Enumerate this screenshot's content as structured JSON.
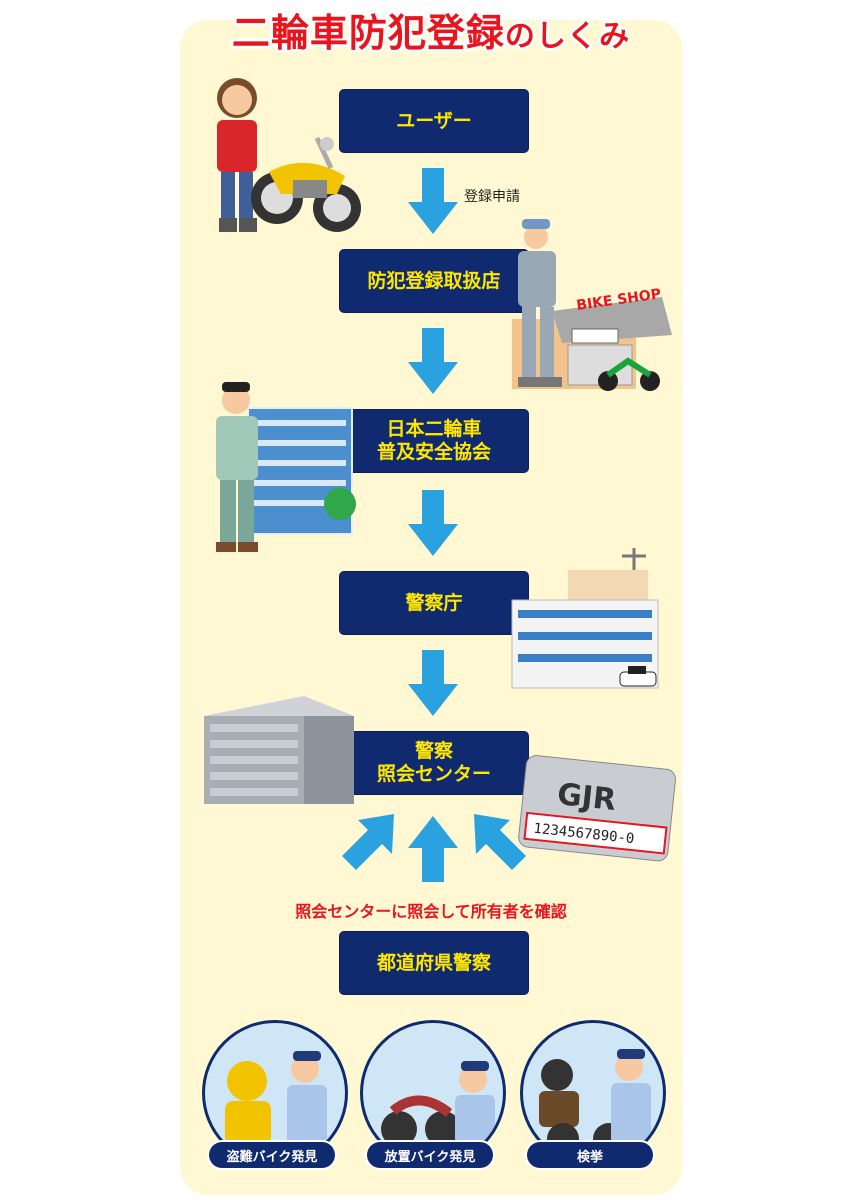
{
  "title": {
    "main": "二輪車防犯登録",
    "suffix": "のしくみ"
  },
  "flow": {
    "user": "ユーザー",
    "arrow_label": "登録申請",
    "shop": "防犯登録取扱店",
    "association_line1": "日本二輪車",
    "association_line2": "普及安全協会",
    "npa": "警察庁",
    "center_line1": "警察",
    "center_line2": "照会センター",
    "confirm_text": "照会センターに照会して所有者を確認",
    "prefectural": "都道府県警察"
  },
  "shop_sign": "BIKE SHOP",
  "plate": {
    "number": "1234567890-0"
  },
  "outcomes": [
    {
      "label": "盗難バイク発見"
    },
    {
      "label": "放置バイク発見"
    },
    {
      "label": "検挙"
    }
  ],
  "colors": {
    "box_bg": "#0f2a6e",
    "box_text": "#ffe600",
    "arrow": "#2ba2e0",
    "title": "#e8141e",
    "panel": "#fff8d2"
  }
}
